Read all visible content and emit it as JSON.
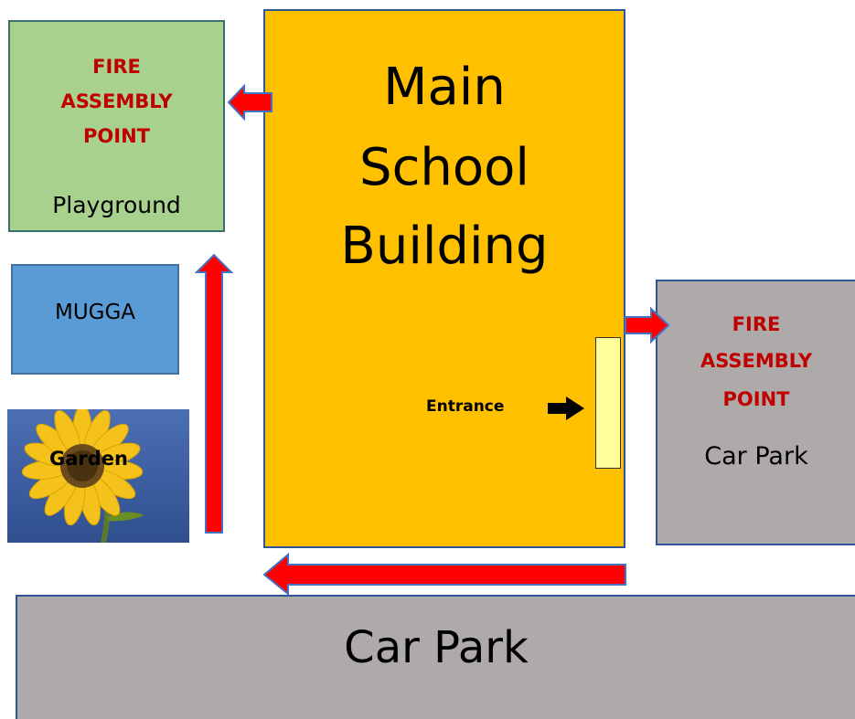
{
  "colors": {
    "playground_fill": "#a9d18e",
    "playground_border": "#3b6f6f",
    "building_fill": "#ffc000",
    "building_border": "#2f5597",
    "carpark_fill": "#aeaaaa",
    "carpark_border": "#2f5597",
    "mugga_fill": "#5b9bd5",
    "entrance_door": "#ffff99",
    "fire_text": "#c00000",
    "arrow_fill": "#ff0000",
    "arrow_stroke": "#4472c4"
  },
  "playground": {
    "fire_line1": "FIRE",
    "fire_line2": "ASSEMBLY",
    "fire_line3": "POINT",
    "label": "Playground"
  },
  "building": {
    "line1": "Main",
    "line2": "School",
    "line3": "Building"
  },
  "entrance": {
    "label": "Entrance"
  },
  "side_carpark": {
    "fire_line1": "FIRE",
    "fire_line2": "ASSEMBLY",
    "fire_line3": "POINT",
    "label": "Car Park"
  },
  "mugga": {
    "label": "MUGGA"
  },
  "garden": {
    "label": "Garden"
  },
  "bottom_carpark": {
    "label": "Car Park"
  },
  "icons": [
    "sunflower-icon",
    "arrow-right-icon"
  ]
}
